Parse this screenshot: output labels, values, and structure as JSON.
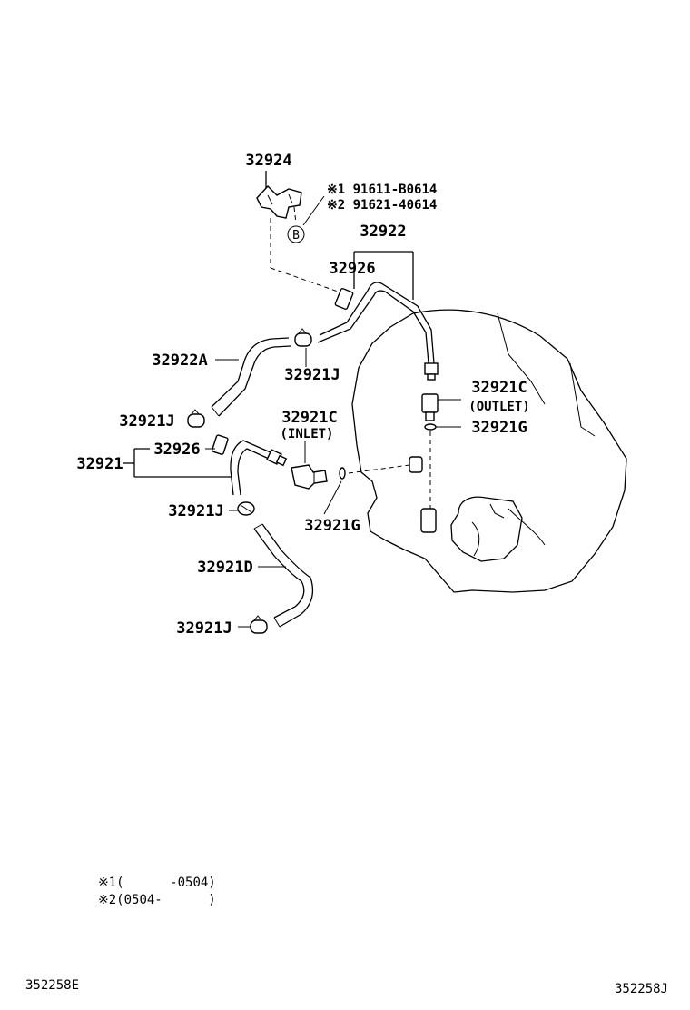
{
  "labels": {
    "p32924": "32924",
    "note1": "※1 91611-B0614",
    "note2": "※2 91621-40614",
    "circle_b": "B",
    "p32922": "32922",
    "p32926_top": "32926",
    "p32922A": "32922A",
    "p32921J_a": "32921J",
    "p32921C_outlet": "32921C",
    "outlet": "(OUTLET)",
    "p32921G_a": "32921G",
    "p32921J_b": "32921J",
    "p32921C_inlet": "32921C",
    "inlet": "(INLET)",
    "p32926_mid": "32926",
    "p32921": "32921",
    "p32921J_c": "32921J",
    "p32921G_b": "32921G",
    "p32921D": "32921D",
    "p32921J_d": "32921J"
  },
  "footnotes": {
    "f1": "※1(      -0504)",
    "f2": "※2(0504-      )"
  },
  "codes": {
    "left": "352258E",
    "right": "352258J"
  }
}
